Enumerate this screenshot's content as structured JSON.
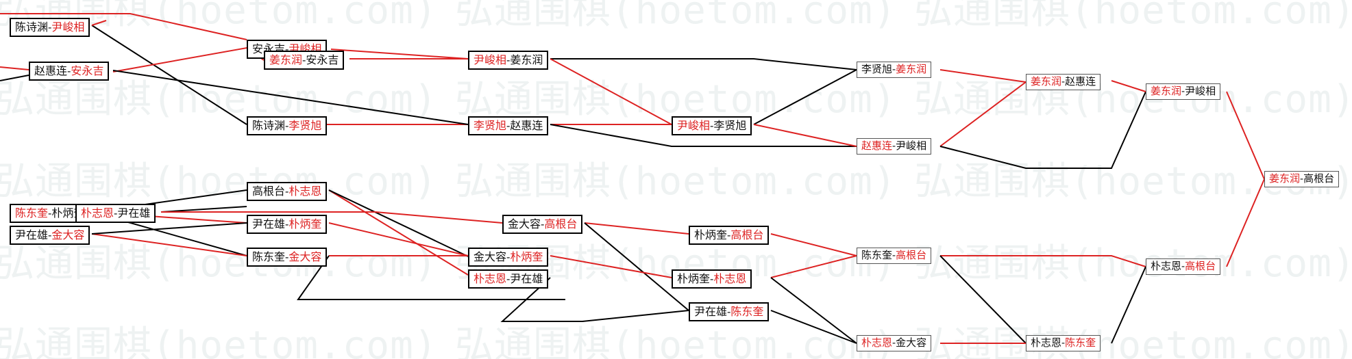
{
  "watermark": "弘通围棋(hoetom.com)",
  "colors": {
    "red": "#dd2222",
    "black": "#111111",
    "border": "#000000"
  },
  "round1": [
    {
      "id": "r1a",
      "left": "陈诗渊",
      "right": "尹峻相",
      "winner": "right"
    },
    {
      "id": "r1b",
      "left": "赵惠连",
      "right": "安永吉",
      "winner": "right"
    },
    {
      "id": "r1c",
      "left": "陈东奎",
      "right": "朴炳奎",
      "winner": "left"
    },
    {
      "id": "r1d",
      "left": "朴志恩",
      "right": "尹在雄",
      "winner": "left"
    },
    {
      "id": "r1e",
      "left": "尹在雄",
      "right": "金大容",
      "winner": "right"
    }
  ],
  "round2": [
    {
      "id": "r2a",
      "left": "安永吉",
      "right": "尹峻相",
      "winner": "right"
    },
    {
      "id": "r2b",
      "left": "姜东润",
      "right": "安永吉",
      "winner": "left"
    },
    {
      "id": "r2c",
      "left": "陈诗渊",
      "right": "李贤旭",
      "winner": "right"
    },
    {
      "id": "r2d",
      "left": "高根台",
      "right": "朴志恩",
      "winner": "right"
    },
    {
      "id": "r2e",
      "left": "尹在雄",
      "right": "朴炳奎",
      "winner": "right"
    },
    {
      "id": "r2f",
      "left": "陈东奎",
      "right": "金大容",
      "winner": "right"
    }
  ],
  "round3": [
    {
      "id": "r3a",
      "left": "尹峻相",
      "right": "姜东润",
      "winner": "left"
    },
    {
      "id": "r3b",
      "left": "李贤旭",
      "right": "赵惠连",
      "winner": "left"
    },
    {
      "id": "r3c",
      "left": "金大容",
      "right": "高根台",
      "winner": "right"
    },
    {
      "id": "r3d",
      "left": "金大容",
      "right": "朴炳奎",
      "winner": "right"
    },
    {
      "id": "r3e",
      "left": "朴志恩",
      "right": "尹在雄",
      "winner": "left"
    }
  ],
  "round4": [
    {
      "id": "r4a",
      "left": "尹峻相",
      "right": "李贤旭",
      "winner": "left"
    },
    {
      "id": "r4b",
      "left": "朴炳奎",
      "right": "高根台",
      "winner": "right"
    },
    {
      "id": "r4c",
      "left": "朴炳奎",
      "right": "朴志恩",
      "winner": "right"
    },
    {
      "id": "r4d",
      "left": "尹在雄",
      "right": "陈东奎",
      "winner": "right"
    }
  ],
  "round5": [
    {
      "id": "r5a",
      "left": "李贤旭",
      "right": "姜东润",
      "winner": "right"
    },
    {
      "id": "r5b",
      "left": "赵惠连",
      "right": "尹峻相",
      "winner": "left"
    },
    {
      "id": "r5c",
      "left": "陈东奎",
      "right": "高根台",
      "winner": "right"
    },
    {
      "id": "r5d",
      "left": "朴志恩",
      "right": "金大容",
      "winner": "left"
    }
  ],
  "round6": [
    {
      "id": "r6a",
      "left": "姜东润",
      "right": "赵惠连",
      "winner": "left"
    },
    {
      "id": "r6b",
      "left": "朴志恩",
      "right": "陈东奎",
      "winner": "right"
    }
  ],
  "round7": [
    {
      "id": "r7a",
      "left": "姜东润",
      "right": "尹峻相",
      "winner": "left"
    },
    {
      "id": "r7b",
      "left": "朴志恩",
      "right": "高根台",
      "winner": "right"
    }
  ],
  "final": {
    "id": "f1",
    "left": "姜东润",
    "right": "高根台",
    "winner": "left"
  }
}
